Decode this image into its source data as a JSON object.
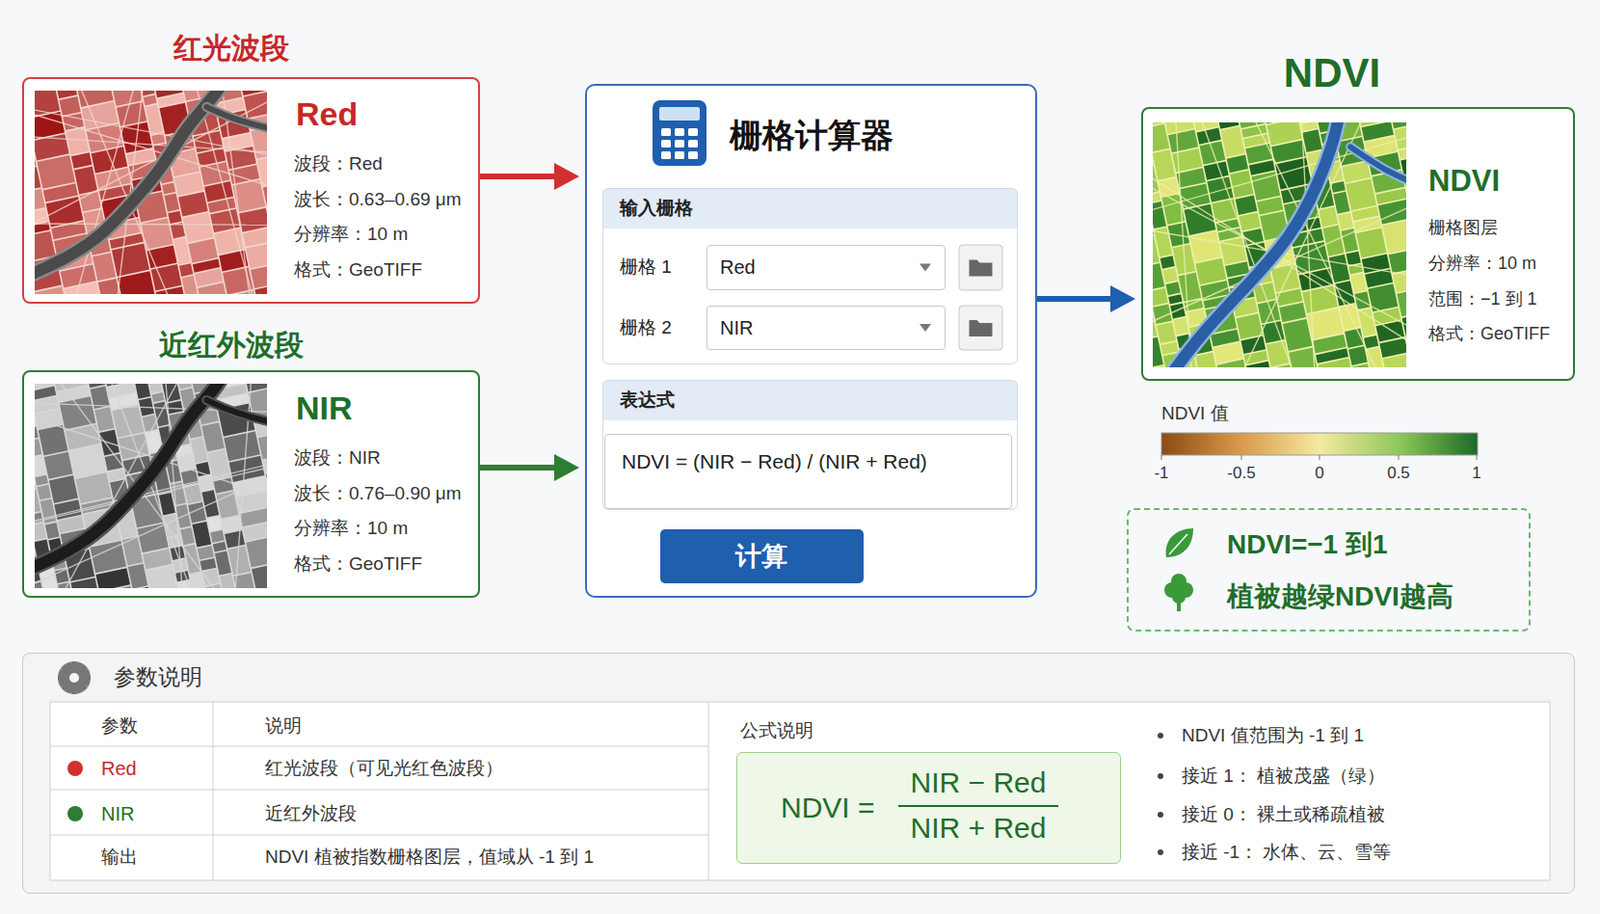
{
  "diagram": {
    "nodes": [
      {
        "text": [
          "红光波段",
          "Red",
          "波段：Red",
          "波长：0.63–0.69 μm",
          "分辨率：10 m",
          "格式：GeoTIFF"
        ]
      },
      {
        "text": [
          "近红外波段",
          "NIR",
          "波段：NIR",
          "波长：0.76–0.90 μm",
          "分辨率：10 m",
          "格式：GeoTIFF"
        ]
      },
      {
        "text": [
          "栅格计算器"
        ]
      },
      {
        "text": [
          "输入栅格",
          "栅格 1",
          "栅格 2"
        ],
        "in": 2
      },
      {
        "text": [
          "Red"
        ],
        "in": 3
      },
      {
        "text": [
          "NIR"
        ],
        "in": 3
      },
      {
        "text": [
          "表达式"
        ],
        "in": 2
      },
      {
        "text": [
          "NDVI = (NIR − Red) / (NIR + Red)"
        ],
        "in": 6
      },
      {
        "text": [
          "计算"
        ],
        "in": 2
      },
      {
        "text": [
          "NDVI",
          "NDVI",
          "栅格图层",
          "分辨率：10 m",
          "范围：−1 到 1",
          "格式：GeoTIFF"
        ]
      },
      {
        "text": [
          "NDVI=−1 到1",
          "植被越绿NDVI越高"
        ]
      },
      {
        "text": [
          "参数说明"
        ]
      },
      {
        "text": [
          "NDVI =",
          "NIR − Red",
          "NIR + Red"
        ],
        "in": 11
      }
    ],
    "edges": [
      {
        "from": 0,
        "to": 2,
        "arrow": "to"
      },
      {
        "from": 1,
        "to": 2,
        "arrow": "to"
      },
      {
        "from": 2,
        "to": 9,
        "arrow": "to"
      }
    ],
    "labels": [
      "参数",
      "说明",
      "Red",
      "红光波段（可见光红色波段）",
      "NIR",
      "近红外波段",
      "输出",
      "NDVI 植被指数栅格图层，值域从 -1 到 1",
      "公式说明",
      "NDVI 值范围为 -1 到 1",
      "接近 1： 植被茂盛（绿）",
      "接近 0： 裸土或稀疏植被",
      "接近 -1： 水体、云、雪等",
      "NDVI 值",
      "-1",
      "-0.5",
      "0",
      "0.5",
      "1"
    ]
  }
}
